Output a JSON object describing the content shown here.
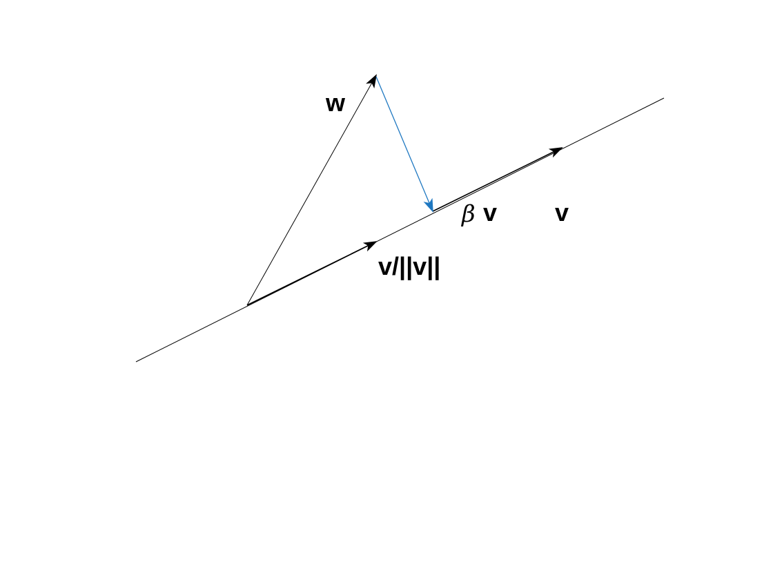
{
  "labels": {
    "w": "w",
    "v_unit": "v/||v||",
    "beta_symbol": "β",
    "beta_v": "v",
    "v": "v"
  },
  "colors": {
    "line": "#000000",
    "projection": "#1f78c1",
    "background": "#ffffff"
  }
}
